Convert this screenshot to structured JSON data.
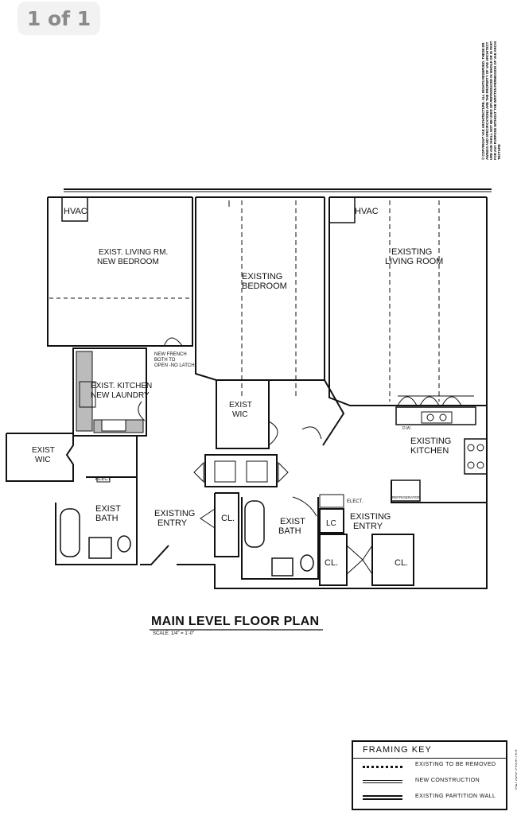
{
  "pagination": {
    "label": "1 of 1"
  },
  "copyright": {
    "text": "© COPYRIGHT VAE ARCHITECTURE. ALL RIGHTS RESERVED. THESE DRAWINGS AND SPECIFICATIONS ARE THE PROPERTY OF VAE ARCHITECTURE AND SHALL NOT BE USED OR REPRODUCED IN WHOLE OR IN PART FOR ANY PURPOSE WITHOUT THE WRITTEN PERMISSION OF VAE ARCHITECTURE"
  },
  "rooms": {
    "hvac_left": "HVAC",
    "hvac_right": "HVAC",
    "living_new_bedroom_1": "EXIST. LIVING RM.",
    "living_new_bedroom_2": "NEW BEDROOM",
    "bedroom_1": "EXISTING",
    "bedroom_2": "BEDROOM",
    "living_room_1": "EXISTING",
    "living_room_2": "LIVING ROOM",
    "french_note_1": "NEW FRENCH",
    "french_note_2": "BOTH TO",
    "french_note_3": "OPEN -NO LATCH",
    "kitchen_laundry_1": "EXIST. KITCHEN",
    "kitchen_laundry_2": "NEW LAUNDRY",
    "wic_center_1": "EXIST",
    "wic_center_2": "WIC",
    "wic_left_1": "EXIST",
    "wic_left_2": "WIC",
    "elect_left": "ELECT",
    "bath_left_1": "EXIST",
    "bath_left_2": "BATH",
    "entry_left_1": "EXISTING",
    "entry_left_2": "ENTRY",
    "closet_1": "CL.",
    "bath_center_1": "EXIST",
    "bath_center_2": "BATH",
    "lc": "LC",
    "elect_right": "ELECT.",
    "entry_right_1": "EXISTING",
    "entry_right_2": "ENTRY",
    "closet_2": "CL.",
    "closet_3": "CL.",
    "kitchen_1": "EXISTING",
    "kitchen_2": "KITCHEN",
    "refrigerator": "REFRIGERATOR",
    "dw": "D.W."
  },
  "plan": {
    "title": "MAIN LEVEL FLOOR PLAN",
    "scale": "SCALE: 1/4\" = 1'-0\""
  },
  "framing_key": {
    "title": "FRAMING KEY",
    "rows": [
      {
        "label": "EXISTING TO BE REMOVED",
        "style": "dotted"
      },
      {
        "label": "NEW CONSTRUCTION",
        "style": "double-thin"
      },
      {
        "label": "EXISTING PARTITION WALL",
        "style": "double-thick"
      }
    ],
    "side_note": "1/27/2015 JOB NO."
  },
  "colors": {
    "ink": "#111111",
    "badge_bg": "#f2f2f2",
    "badge_text": "#8a8a8a"
  }
}
